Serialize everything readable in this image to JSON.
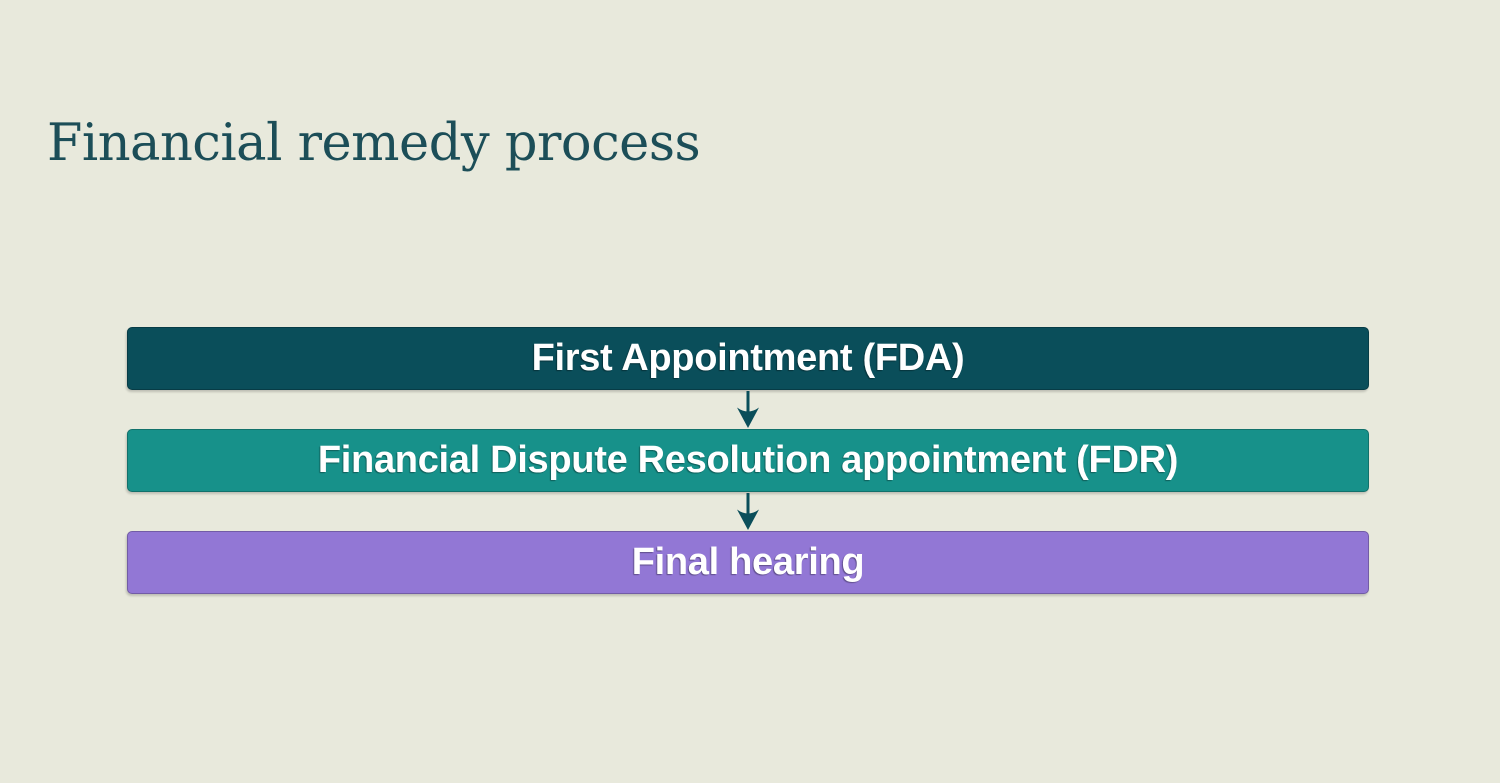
{
  "page": {
    "title": "Financial remedy process"
  },
  "colors": {
    "background": "#e8e9dc",
    "title_text": "#1c4e58",
    "step_text": "#ffffff",
    "arrow": "#0a4e5a"
  },
  "diagram": {
    "steps": [
      {
        "label": "First Appointment (FDA)",
        "color": "#0a4e5a"
      },
      {
        "label": "Financial Dispute Resolution appointment (FDR)",
        "color": "#17918a"
      },
      {
        "label": "Final hearing",
        "color": "#9277d5"
      }
    ]
  }
}
